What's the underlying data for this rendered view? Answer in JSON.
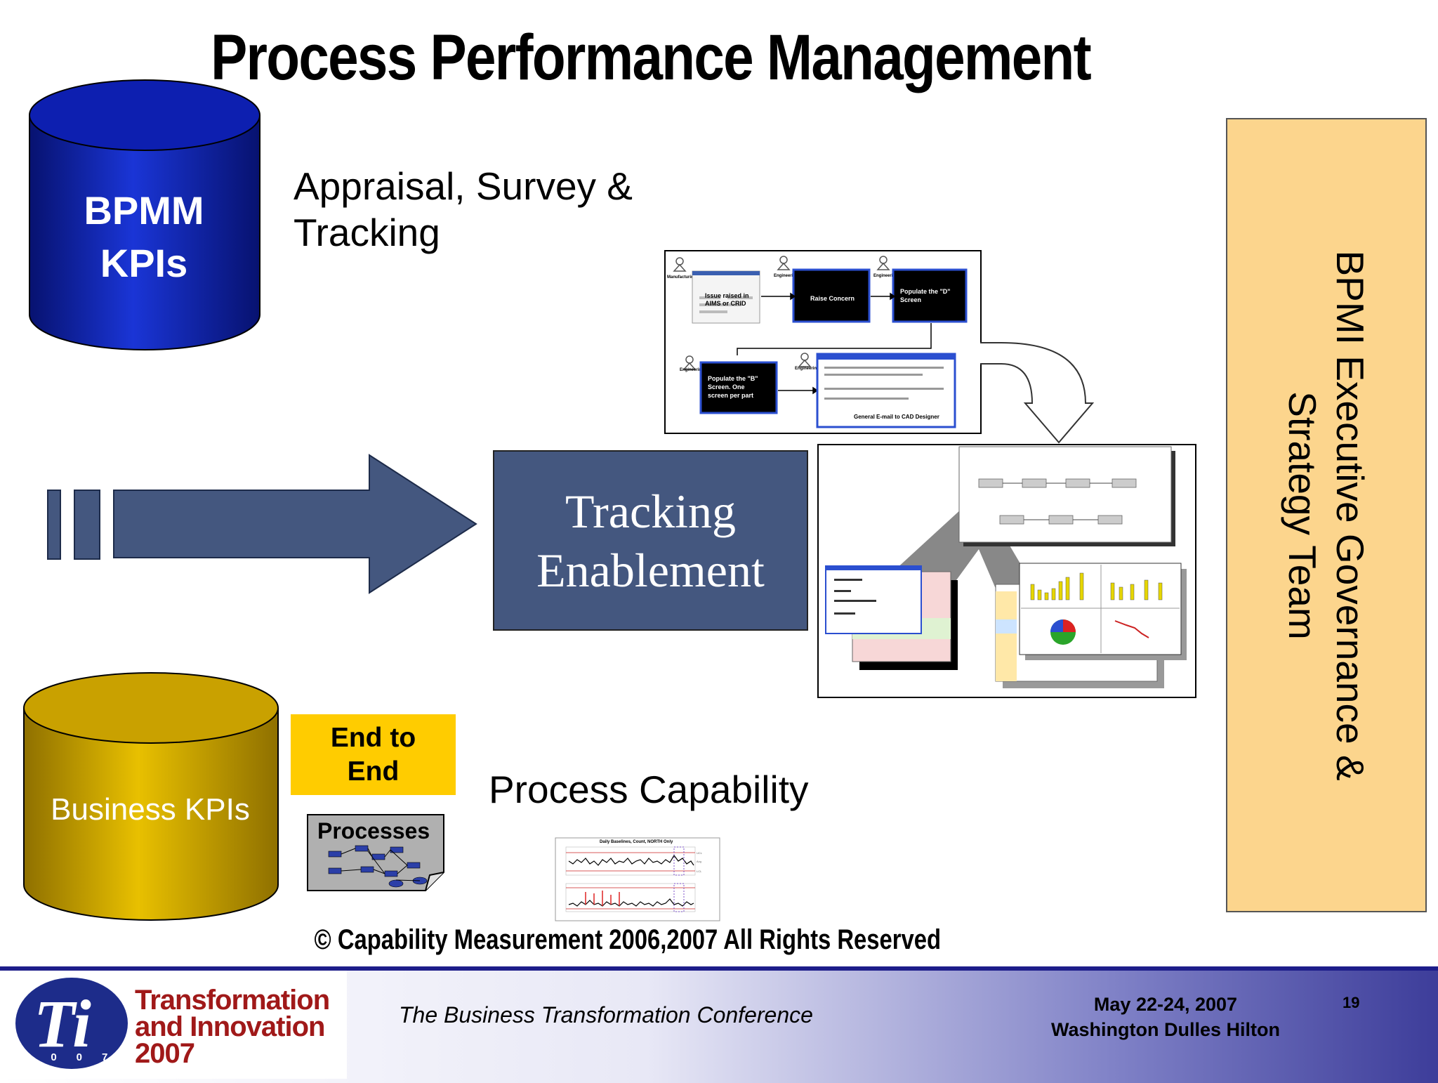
{
  "slide": {
    "title": "Process Performance Management",
    "appraisal_line1": "Appraisal, Survey &",
    "appraisal_line2": "Tracking",
    "bpmm_line1": "BPMM",
    "bpmm_line2": "KPIs",
    "business_kpis": "Business KPIs",
    "tracking_line1": "Tracking",
    "tracking_line2": "Enablement",
    "process_capability": "Process Capability",
    "end_to_end_line1": "End to",
    "end_to_end_line2": "End",
    "processes": "Processes",
    "governance_line1": "BPMI Executive Governance &",
    "governance_line2": "Strategy Team",
    "copyright": "© Capability Measurement 2006,2007  All Rights Reserved"
  },
  "workflow": {
    "role_manufacturing": "Manufacturing",
    "role_engineering": "Engineering",
    "step1_line1": "Issue raised in",
    "step1_line2": "AIMS or CRID",
    "step2": "Raise Concern",
    "step3_line1": "Populate the \"D\"",
    "step3_line2": "Screen",
    "step4_line1": "Populate the \"B\"",
    "step4_line2": "Screen. One",
    "step4_line3": "screen per part",
    "step5": "General E-mail to CAD Designer"
  },
  "capability_chart": {
    "title": "Daily Baselines, Count, NORTH Only"
  },
  "footer": {
    "logo_line1": "Transformation",
    "logo_line2": "and Innovation",
    "logo_line3": "2007",
    "logo_year_small": "2007",
    "conference": "The Business Transformation Conference",
    "date_line1": "May 22-24, 2007",
    "date_line2": "Washington Dulles Hilton",
    "page_number": "19"
  },
  "colors": {
    "cylinder_blue": "#0a1a9e",
    "cylinder_gold": "#c9a100",
    "tracking_box": "#44577f",
    "arrow": "#44577f",
    "governance": "#fcd58d",
    "end_to_end": "#ffcc00",
    "footer_logo_text": "#a01919"
  }
}
